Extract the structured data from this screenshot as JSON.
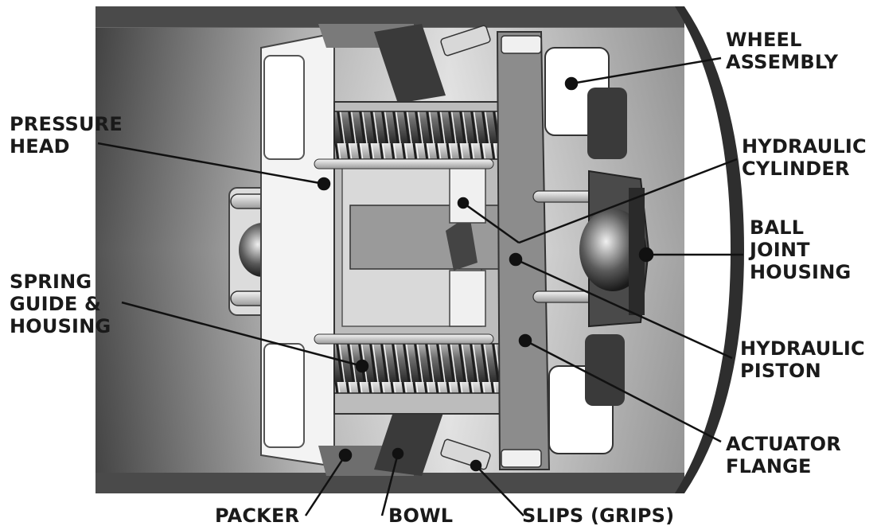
{
  "labels": {
    "wheel_assembly": [
      "WHEEL",
      "ASSEMBLY"
    ],
    "pressure_head": [
      "PRESSURE",
      "HEAD"
    ],
    "hydraulic_cylinder": [
      "HYDRAULIC",
      "CYLINDER"
    ],
    "ball_joint_housing": [
      "BALL",
      "JOINT",
      "HOUSING"
    ],
    "spring_guide_housing": [
      "SPRING",
      "GUIDE &",
      "HOUSING"
    ],
    "hydraulic_piston": [
      "HYDRAULIC",
      "PISTON"
    ],
    "actuator_flange": [
      "ACTUATOR",
      "FLANGE"
    ],
    "packer": "PACKER",
    "bowl": "BOWL",
    "slips_grips": "SLIPS (GRIPS)"
  },
  "colors": {
    "pipe_dark": "#4a4a4a",
    "metal_mid": "#8c8c8c",
    "metal_light": "#ececec",
    "leader": "#111111"
  }
}
